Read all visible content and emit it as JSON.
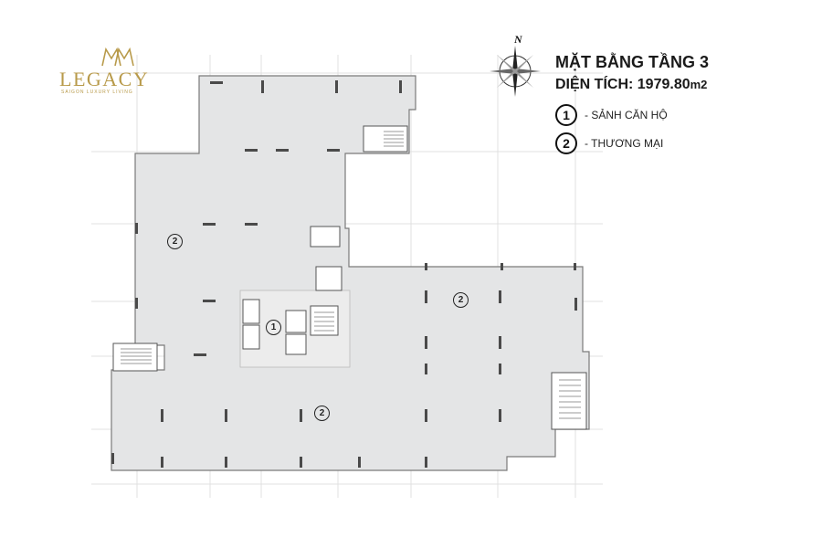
{
  "brand": {
    "name": "LEGACY",
    "tagline": "SAIGON LUXURY LIVING",
    "color": "#b89a4a"
  },
  "compass": {
    "label": "N"
  },
  "plan": {
    "title": "MẶT BẰNG TẦNG 3",
    "area_label": "DIỆN TÍCH:",
    "area_value": "1979.80",
    "area_unit": "m2"
  },
  "legend": [
    {
      "number": "1",
      "text": "- SẢNH CĂN HỘ"
    },
    {
      "number": "2",
      "text": "- THƯƠNG MẠI"
    }
  ],
  "markers": [
    {
      "number": "2",
      "zone": "west-commercial"
    },
    {
      "number": "2",
      "zone": "east-commercial"
    },
    {
      "number": "1",
      "zone": "apartment-lobby"
    },
    {
      "number": "2",
      "zone": "south-commercial"
    }
  ]
}
